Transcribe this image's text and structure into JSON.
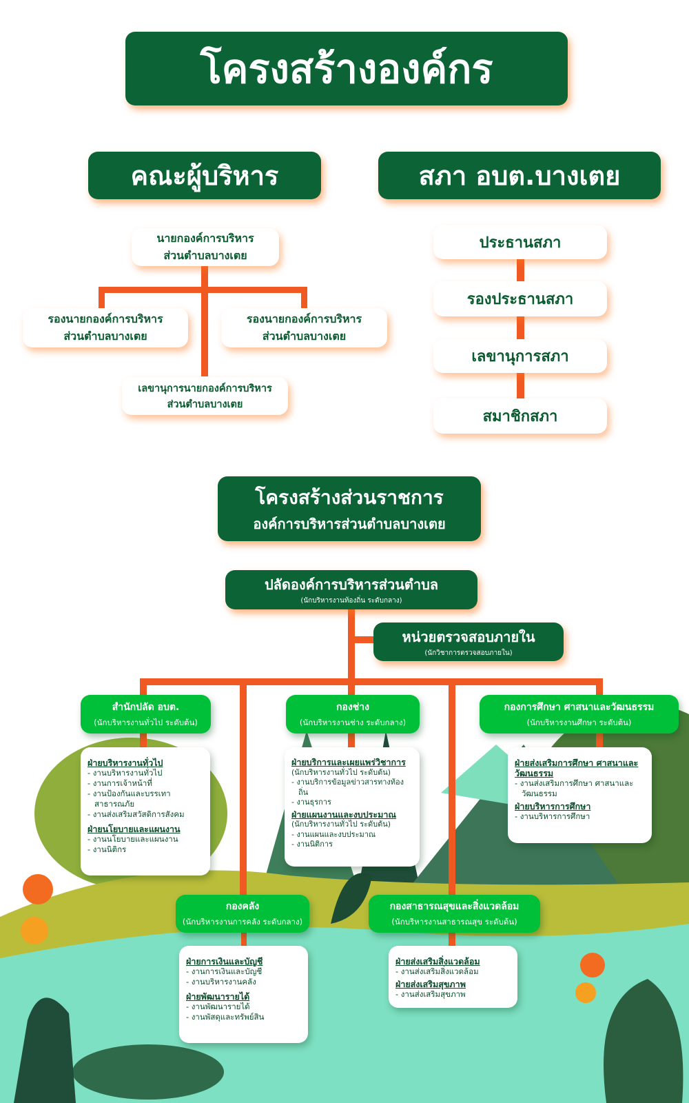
{
  "title": "โครงสร้างองค์กร",
  "executives": {
    "header": "คณะผู้บริหาร",
    "mayor": [
      "นายกองค์การบริหาร",
      "ส่วนตำบลบางเตย"
    ],
    "deputy_left": [
      "รองนายกองค์การบริหาร",
      "ส่วนตำบลบางเตย"
    ],
    "deputy_right": [
      "รองนายกองค์การบริหาร",
      "ส่วนตำบลบางเตย"
    ],
    "secretary": [
      "เลขานุการนายกองค์การบริหาร",
      "ส่วนตำบลบางเตย"
    ]
  },
  "council": {
    "header": "สภา อบต.บางเตย",
    "items": [
      "ประธานสภา",
      "รองประธานสภา",
      "เลขานุการสภา",
      "สมาชิกสภา"
    ]
  },
  "gov": {
    "title": "โครงสร้างส่วนราชการ",
    "subtitle": "องค์การบริหารส่วนตำบลบางเตย",
    "chief": {
      "name": "ปลัดองค์การบริหารส่วนตำบล",
      "sub": "(นักบริหารงานท้องถิ่น ระดับกลาง)"
    },
    "audit": {
      "name": "หน่วยตรวจสอบภายใน",
      "sub": "(นักวิชาการตรวจสอบภายใน)"
    },
    "divisions": [
      {
        "name": "สำนักปลัด อบต.",
        "sub": "(นักบริหารงานทั่วไป ระดับต้น)",
        "sections": [
          {
            "h": "ฝ่ายบริหารงานทั่วไป",
            "items": [
              "- งานบริหารงานทั่วไป",
              "- งานการเจ้าหน้าที่",
              "- งานป้องกันและบรรเทาสาธารณภัย",
              "- งานส่งเสริมสวัสดิการสังคม"
            ]
          },
          {
            "h": "ฝ่ายนโยบายและแผนงาน",
            "items": [
              "- งานนโยบายและแผนงาน",
              "- งานนิติกร"
            ]
          }
        ]
      },
      {
        "name": "กองช่าง",
        "sub": "(นักบริหารงานช่าง ระดับกลาง)",
        "sections": [
          {
            "h": "ฝ่ายบริการและเผยแพร่วิชาการ",
            "s": "(นักบริหารงานทั่วไป ระดับต้น)",
            "items": [
              "- งานบริการข้อมูลข่าวสารทางท้องถิ่น",
              "- งานธุรการ"
            ]
          },
          {
            "h": "ฝ่ายแผนงานและงบประมาณ",
            "s": "(นักบริหารงานทั่วไป ระดับต้น)",
            "items": [
              "- งานแผนและงบประมาณ",
              "- งานนิติการ"
            ]
          }
        ]
      },
      {
        "name": "กองการศึกษา ศาสนาและวัฒนธรรม",
        "sub": "(นักบริหารงานศึกษา ระดับต้น)",
        "sections": [
          {
            "h": "ฝ่ายส่งเสริมการศึกษา ศาสนาและวัฒนธรรม",
            "items": [
              "- งานส่งเสริมการศึกษา ศาสนาและวัฒนธรรม"
            ]
          },
          {
            "h": "ฝ่ายบริหารการศึกษา",
            "items": [
              "- งานบริหารการศึกษา"
            ]
          }
        ]
      },
      {
        "name": "กองคลัง",
        "sub": "(นักบริหารงานการคลัง ระดับกลาง)",
        "sections": [
          {
            "h": "ฝ่ายการเงินและบัญชี",
            "items": [
              "- งานการเงินและบัญชี",
              "- งานบริหารงานคลัง"
            ]
          },
          {
            "h": "ฝ่ายพัฒนารายได้",
            "items": [
              "- งานพัฒนารายได้",
              "- งานพัสดุและทรัพย์สิน"
            ]
          }
        ]
      },
      {
        "name": "กองสาธารณสุขและสิ่งแวดล้อม",
        "sub": "(นักบริหารงานสาธารณสุข ระดับต้น)",
        "sections": [
          {
            "h": "ฝ่ายส่งเสริมสิ่งแวดล้อม",
            "items": [
              "- งานส่งเสริมสิ่งแวดล้อม"
            ]
          },
          {
            "h": "ฝ่ายส่งเสริมสุขภาพ",
            "items": [
              "- งานส่งเสริมสุขภาพ"
            ]
          }
        ]
      }
    ]
  }
}
